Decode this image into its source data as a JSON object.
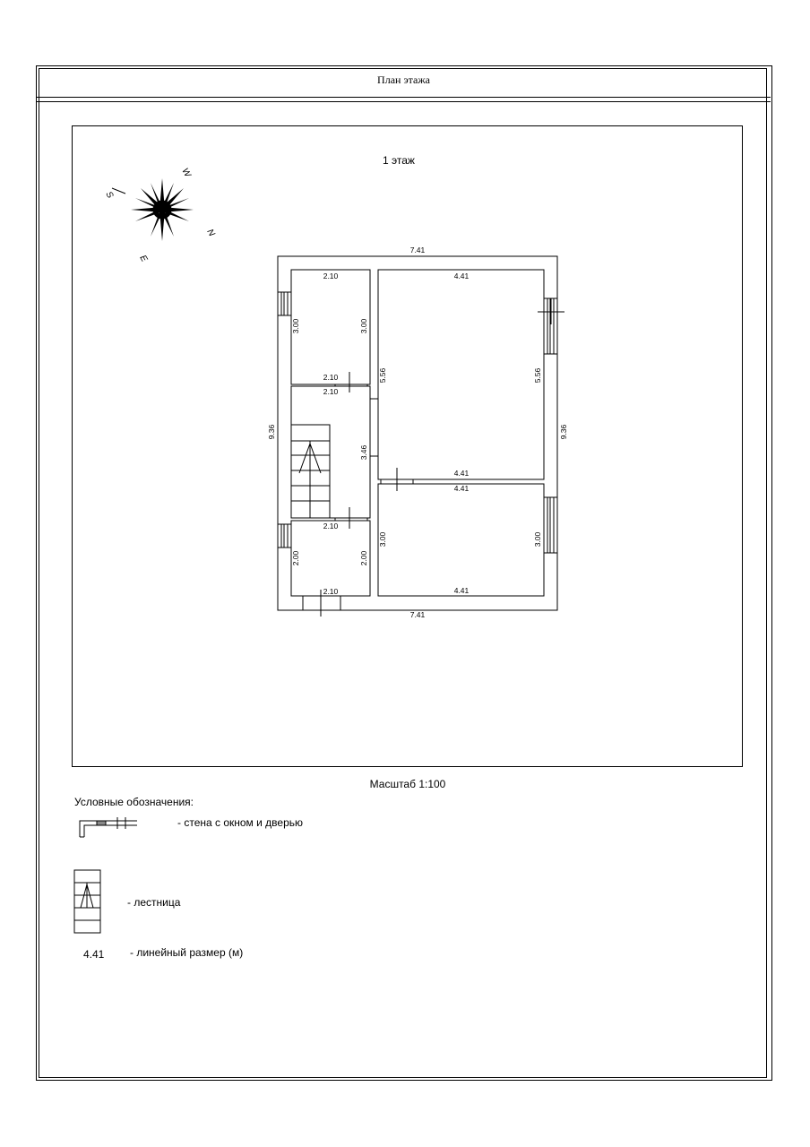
{
  "header": {
    "title": "План этажа"
  },
  "floor": {
    "label": "1 этаж"
  },
  "compass": {
    "n": "N",
    "s": "S",
    "e": "E",
    "w": "W"
  },
  "dims": {
    "top_total": "7.41",
    "bottom_total": "7.41",
    "left_total": "9.36",
    "right_total": "9.36",
    "room1_top": "2.10",
    "room1_bottom": "2.10",
    "room1_left": "3.00",
    "room1_right": "3.00",
    "hall_top": "2.10",
    "hall_bottom": "2.10",
    "hall_right": "3.46",
    "room3_left": "2.00",
    "room3_right": "2.00",
    "room3_bottom": "2.10",
    "big_top": "4.41",
    "big_bottom": "4.41",
    "big_left": "5.56",
    "big_right": "5.56",
    "room4_top": "4.41",
    "room4_bottom": "4.41",
    "room4_left": "3.00",
    "room4_right": "3.00"
  },
  "footer": {
    "scale": "Масштаб 1:100",
    "legend_title": "Условные обозначения:",
    "legend_wall": "- стена с окном и дверью",
    "legend_stairs": "- лестница",
    "legend_dim_sample": "4.41",
    "legend_dim": "- линейный размер (м)"
  }
}
